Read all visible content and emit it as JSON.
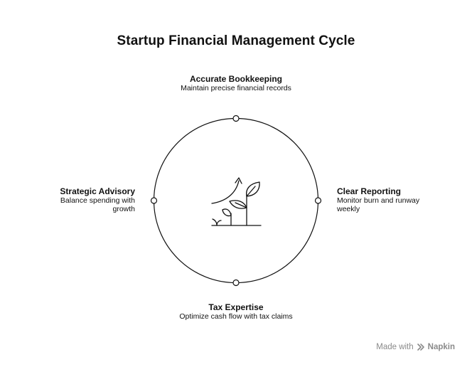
{
  "title": "Startup Financial Management Cycle",
  "nodes": {
    "top": {
      "title": "Accurate Bookkeeping",
      "description": "Maintain precise financial records"
    },
    "right": {
      "title": "Clear Reporting",
      "description": "Monitor burn and runway weekly"
    },
    "bottom": {
      "title": "Tax Expertise",
      "description": "Optimize cash flow with tax claims"
    },
    "left": {
      "title": "Strategic Advisory",
      "description": "Balance spending with growth"
    }
  },
  "center_icon": "growth-plant-icon",
  "watermark": {
    "prefix": "Made with",
    "brand": "Napkin",
    "icon": "napkin-logo-icon"
  },
  "colors": {
    "stroke": "#111111",
    "background": "#ffffff",
    "watermark": "#8a8a8a"
  }
}
